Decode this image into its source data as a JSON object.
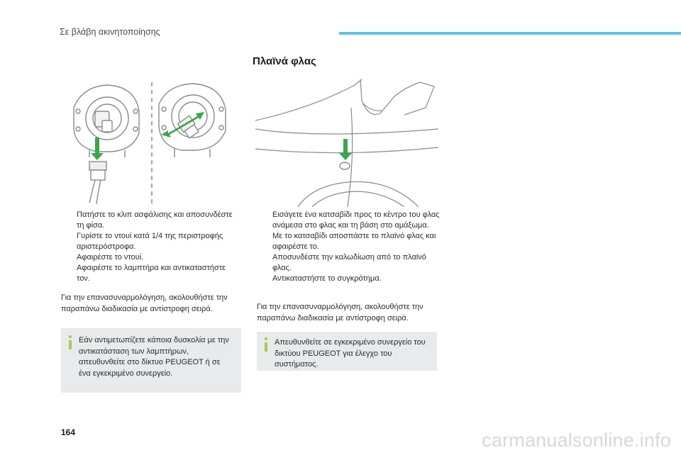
{
  "header": {
    "title": "Σε βλάβη ακινητοποίησης",
    "accent_color": "#5cc3e6"
  },
  "section": {
    "title": "Πλαϊνά φλας"
  },
  "left_column": {
    "bullet_symbol": "",
    "steps": [
      "Πατήστε το κλιπ ασφάλισης και αποσυνδέστε τη φίσα.",
      "Γυρίστε το ντουί κατά 1/4 της περιστροφής αριστερόστροφα.",
      "Αφαιρέστε το ντουί.",
      "Αφαιρέστε το λαμπτήρα και αντικαταστήστε τον."
    ],
    "paragraph": "Για την επανασυναρμολόγηση, ακολουθήστε την παραπάνω διαδικασία με αντίστροφη σειρά.",
    "note": "Εάν αντιμετωπίζετε κάποια δυσκολία με την αντικατάσταση των λαμπτήρων, απευθυνθείτε στο δίκτυο PEUGEOT ή σε ένα εγκεκριμένο συνεργείο."
  },
  "right_column": {
    "bullet_symbol": "",
    "steps": [
      "Εισάγετε ένα κατσαβίδι προς το κέντρο του φλας ανάμεσα στο φλας και τη βάση στο αμάξωμα.",
      "Με το κατσαβίδι αποσπάστε το πλαϊνό φλας και αφαιρέστε το.",
      "Αποσυνδέστε την καλωδίωση από το πλαϊνό φλας.",
      "Αντικαταστήστε το συγκρότημα."
    ],
    "paragraph": "Για την επανασυναρμολόγηση, ακολουθήστε την παραπάνω διαδικασία με αντίστροφη σειρά.",
    "note": "Απευθυνθείτε σε εγκεκριμένο συνεργείο του δικτύου PEUGEOT για έλεγχο του συστήματος."
  },
  "footer": {
    "page_number": "164",
    "watermark": "carmanualsonline.info"
  },
  "icons": {
    "note_icon": "info-icon",
    "illustration_arrow_color": "#3aa74a"
  }
}
